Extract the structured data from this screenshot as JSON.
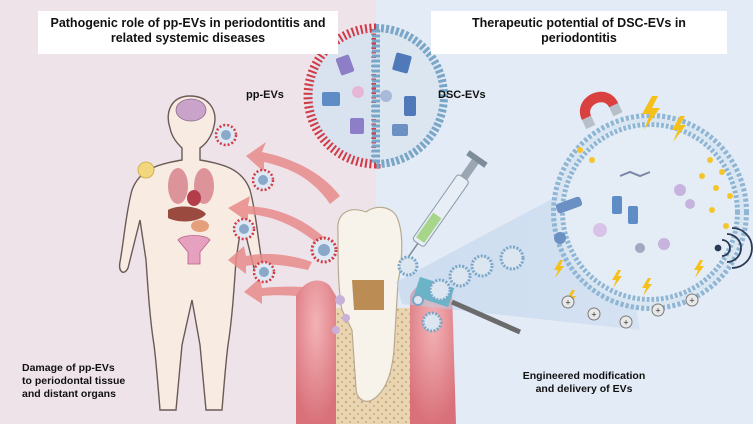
{
  "titles": {
    "left": "Pathogenic role of pp-EVs in periodontitis and related systemic diseases",
    "right": "Therapeutic potential of DSC-EVs in periodontitis"
  },
  "labels": {
    "pp_evs": "pp-EVs",
    "dsc_evs": "DSC-EVs"
  },
  "captions": {
    "left_line1": "Damage of pp-EVs",
    "left_line2": "to periodontal tissue",
    "left_line3": "and distant organs",
    "right_line1": "Engineered modification",
    "right_line2": "and delivery of EVs"
  },
  "colors": {
    "left_bg": "#efe3ea",
    "right_bg": "#e3ebf6",
    "arrow": "#e57f7f",
    "spike": "#c9303a",
    "membrane": "#7aa6c8",
    "gum": "#e8949a",
    "bone": "#e7d1ae"
  }
}
